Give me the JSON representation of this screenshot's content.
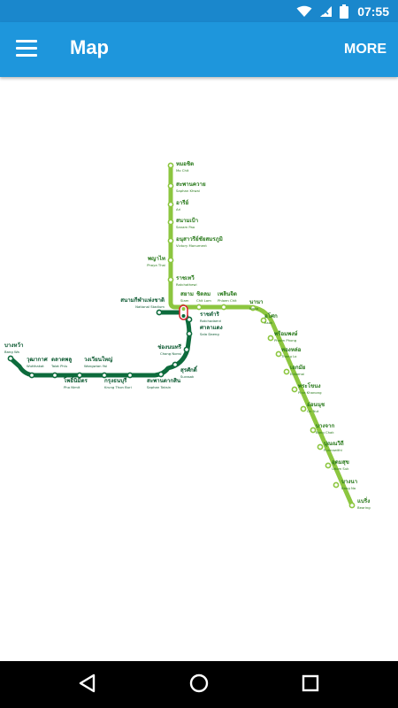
{
  "status_bar": {
    "time": "07:55"
  },
  "app_bar": {
    "title": "Map",
    "more_label": "MORE"
  },
  "colors": {
    "app_bar": "#1e96dc",
    "status_bar": "#1a87cc",
    "sukhumvit_line": "#8cc63f",
    "silom_line": "#0d6b3c",
    "interchange": "#d6202a"
  },
  "map": {
    "sukhumvit_stations": [
      {
        "th": "หมอชิต",
        "en": "Mo Chit"
      },
      {
        "th": "สะพานควาย",
        "en": "Saphan Khwai"
      },
      {
        "th": "อารีย์",
        "en": "Ari"
      },
      {
        "th": "สนามเป้า",
        "en": "Sanam Pao"
      },
      {
        "th": "อนุสาวรีย์ชัยสมรภูมิ",
        "en": "Victory Monument"
      },
      {
        "th": "พญาไท",
        "en": "Phaya Thai"
      },
      {
        "th": "ราชเทวี",
        "en": "Ratchathewi"
      },
      {
        "th": "สยาม",
        "en": "Siam"
      },
      {
        "th": "ชิดลม",
        "en": "Chit Lom"
      },
      {
        "th": "เพลินจิต",
        "en": "Phloen Chit"
      },
      {
        "th": "นานา",
        "en": "Nana"
      },
      {
        "th": "อโศก",
        "en": "Asok"
      },
      {
        "th": "พร้อมพงษ์",
        "en": "Phrom Phong"
      },
      {
        "th": "ทองหล่อ",
        "en": "Thong Lo"
      },
      {
        "th": "เอกมัย",
        "en": "Ekkamai"
      },
      {
        "th": "พระโขนง",
        "en": "Phra Khanong"
      },
      {
        "th": "อ่อนนุช",
        "en": "On Nut"
      },
      {
        "th": "บางจาก",
        "en": "Bang Chak"
      },
      {
        "th": "ปุณณวิถี",
        "en": "Punnawithi"
      },
      {
        "th": "อุดมสุข",
        "en": "Udom Suk"
      },
      {
        "th": "บางนา",
        "en": "Bang Na"
      },
      {
        "th": "แบริ่ง",
        "en": "Bearing"
      }
    ],
    "silom_stations": [
      {
        "th": "สนามกีฬาแห่งชาติ",
        "en": "National Stadium"
      },
      {
        "th": "ราชดำริ",
        "en": "Ratchadamri"
      },
      {
        "th": "ศาลาแดง",
        "en": "Sala Daeng"
      },
      {
        "th": "ช่องนนทรี",
        "en": "Chong Nonsi"
      },
      {
        "th": "สุรศักดิ์",
        "en": "Surasak"
      },
      {
        "th": "สะพานตากสิน",
        "en": "Saphan Taksin"
      },
      {
        "th": "กรุงธนบุรี",
        "en": "Krung Thon Buri"
      },
      {
        "th": "วงเวียนใหญ่",
        "en": "Wongwian Yai"
      },
      {
        "th": "โพธิ์นิมิตร",
        "en": "Pho Nimit"
      },
      {
        "th": "ตลาดพลู",
        "en": "Talat Phlu"
      },
      {
        "th": "วุฒากาศ",
        "en": "Wutthakat"
      },
      {
        "th": "บางหว้า",
        "en": "Bang Wa"
      }
    ]
  }
}
